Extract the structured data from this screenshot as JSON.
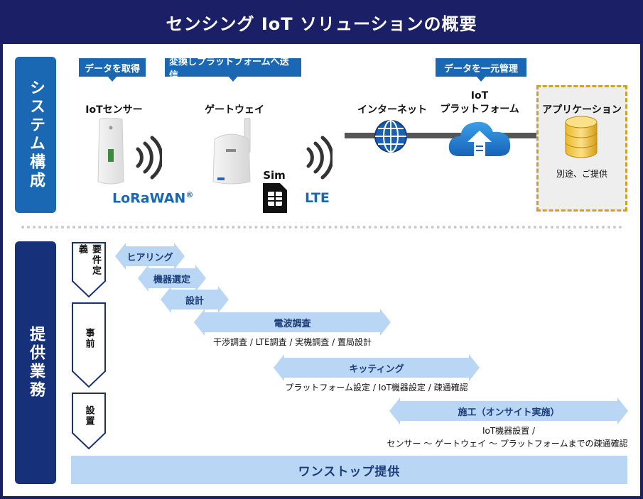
{
  "title": "センシング IoT ソリューションの概要",
  "sections": {
    "system": "システム構成",
    "services": "提供業務"
  },
  "callouts": {
    "acquire": "データを取得",
    "convert": "変換しプラットフォームへ送信",
    "manage": "データを一元管理"
  },
  "system": {
    "sensor": "IoTセンサー",
    "gateway": "ゲートウェイ",
    "internet": "インターネット",
    "platform_line1": "IoT",
    "platform_line2": "プラットフォーム",
    "application": "アプリケーション",
    "application_note": "別途、ご提供",
    "lorawan": "LoRaWAN",
    "lorawan_mark": "®",
    "sim": "Sim",
    "lte": "LTE"
  },
  "phases": [
    {
      "label": "要件定義"
    },
    {
      "label": "事前"
    },
    {
      "label": "設置"
    }
  ],
  "tasks": [
    {
      "label": "ヒアリング",
      "note": ""
    },
    {
      "label": "機器選定",
      "note": ""
    },
    {
      "label": "設計",
      "note": ""
    },
    {
      "label": "電波調査",
      "note": "干渉調査 / LTE調査 / 実機調査 / 置局設計"
    },
    {
      "label": "キッティング",
      "note": "プラットフォーム設定 / IoT機器設定 / 疎通確認"
    },
    {
      "label": "施工（オンサイト実施）",
      "note": "IoT機器設置 /",
      "note2": "センサー 〜 ゲートウェイ 〜 プラットフォームまでの疎通確認"
    }
  ],
  "one_stop": "ワンストップ提供",
  "colors": {
    "navy": "#1a1f66",
    "blue": "#1a68b4",
    "light_blue": "#b9d6f4",
    "gold": "#c9a227"
  }
}
